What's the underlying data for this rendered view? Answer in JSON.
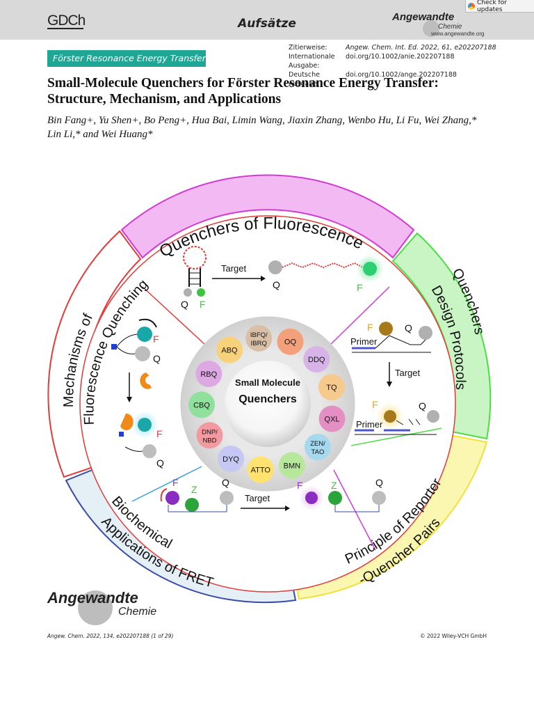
{
  "header": {
    "publisher": "GDCh",
    "section": "Aufsätze",
    "journal_name": "Angewandte",
    "journal_sub": "Chemie",
    "journal_url": "www.angewandte.org",
    "check_updates": "Check for updates"
  },
  "tag": "Förster Resonance Energy Transfer",
  "citation": [
    {
      "label": "Zitierweise:",
      "value": "Angew. Chem. Int. Ed. 2022, 61, e202207188"
    },
    {
      "label": "Internationale Ausgabe:",
      "value": "doi.org/10.1002/anie.202207188"
    },
    {
      "label": "Deutsche Ausgabe:",
      "value": "doi.org/10.1002/ange.202207188"
    }
  ],
  "title": "Small-Molecule Quenchers for Förster Resonance Energy Transfer: Structure, Mechanism, and Applications",
  "authors": "Bin Fang+, Yu Shen+, Bo Peng+, Hua Bai, Limin Wang, Jiaxin Zhang, Wenbo Hu, Li Fu, Wei Zhang,* Lin Li,* and Wei Huang*",
  "toc": {
    "center_line1": "Small Molecule",
    "center_line2": "Quenchers",
    "segments": {
      "top": "Quenchers of Fluorescence",
      "right": "Quenchers",
      "right2": "Design Protocols",
      "lower_right": "Principle of Reporter",
      "lower_right2": "-Quencher Pairs",
      "bottom": "Biochemical",
      "bottom2": "Applications of FRET",
      "left": "Mechanisms of",
      "left2": "Fluorescence Quenching"
    },
    "quenchers": [
      "OQ",
      "DDQ",
      "TQ",
      "QXL",
      "ZEN/TAO",
      "BMN",
      "ATTO",
      "DYQ",
      "DNP/NBD",
      "CBQ",
      "RBQ",
      "ABQ",
      "IBFQ/IBRQ"
    ],
    "quencher_colors": [
      "#f4a07a",
      "#d6b4e8",
      "#f6c98c",
      "#e48fc3",
      "#a6d9ee",
      "#b7e79a",
      "#ffe36e",
      "#c6c7f2",
      "#f29aa0",
      "#8ee09a",
      "#dca9e3",
      "#f7d27a",
      "#d8bfa6"
    ],
    "labels": {
      "target": "Target",
      "q": "Q",
      "f": "F",
      "z": "Z",
      "primer": "Primer"
    }
  },
  "footer": {
    "journal_name": "Angewandte",
    "journal_sub": "Chemie",
    "citation": "Angew. Chem. 2022, 134, e202207188 (1 of 29)",
    "copyright": "© 2022 Wiley-VCH GmbH"
  }
}
